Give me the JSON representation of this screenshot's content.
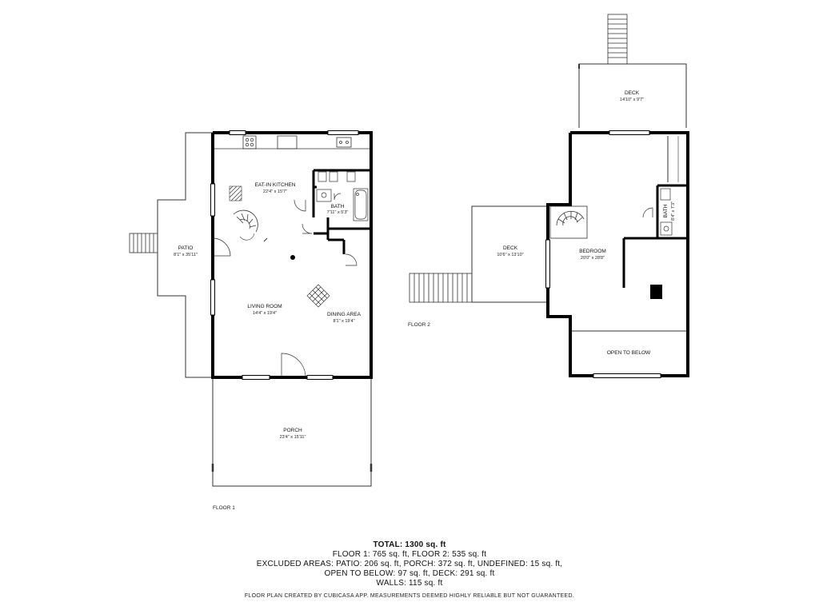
{
  "floor1": {
    "label": "FLOOR 1",
    "rooms": {
      "kitchen": {
        "name": "EAT-IN KITCHEN",
        "size": "22'4\" x 15'7\""
      },
      "bath": {
        "name": "BATH",
        "size": "7'11\" x 5'3\""
      },
      "patio": {
        "name": "PATIO",
        "size": "8'1\" x 35'11\""
      },
      "living": {
        "name": "LIVING ROOM",
        "size": "14'4\" x 19'4\""
      },
      "dining": {
        "name": "DINING AREA",
        "size": "8'1\" x 19'4\""
      },
      "porch": {
        "name": "PORCH",
        "size": "23'4\" x 15'11\""
      }
    }
  },
  "floor2": {
    "label": "FLOOR 2",
    "rooms": {
      "deck_top": {
        "name": "DECK",
        "size": "14'10\" x 9'7\""
      },
      "deck_left": {
        "name": "DECK",
        "size": "10'6\" x 13'10\""
      },
      "bedroom": {
        "name": "BEDROOM",
        "size": "20'0\" x 28'8\""
      },
      "bath": {
        "name": "BATH",
        "size": "8'4\" x 7'3\""
      },
      "open": {
        "name": "OPEN TO BELOW"
      }
    }
  },
  "summary": {
    "total": "TOTAL: 1300 sq. ft",
    "line1": "FLOOR 1: 765 sq. ft, FLOOR 2: 535 sq. ft",
    "line2": "EXCLUDED AREAS: PATIO: 206 sq. ft, PORCH: 372 sq. ft, UNDEFINED: 15 sq. ft,",
    "line3": "OPEN TO BELOW: 97 sq. ft, DECK: 291 sq. ft",
    "line4": "WALLS: 115 sq. ft"
  },
  "disclaimer": "FLOOR PLAN CREATED BY CUBICASA APP. MEASUREMENTS DEEMED HIGHLY RELIABLE BUT NOT GUARANTEED."
}
